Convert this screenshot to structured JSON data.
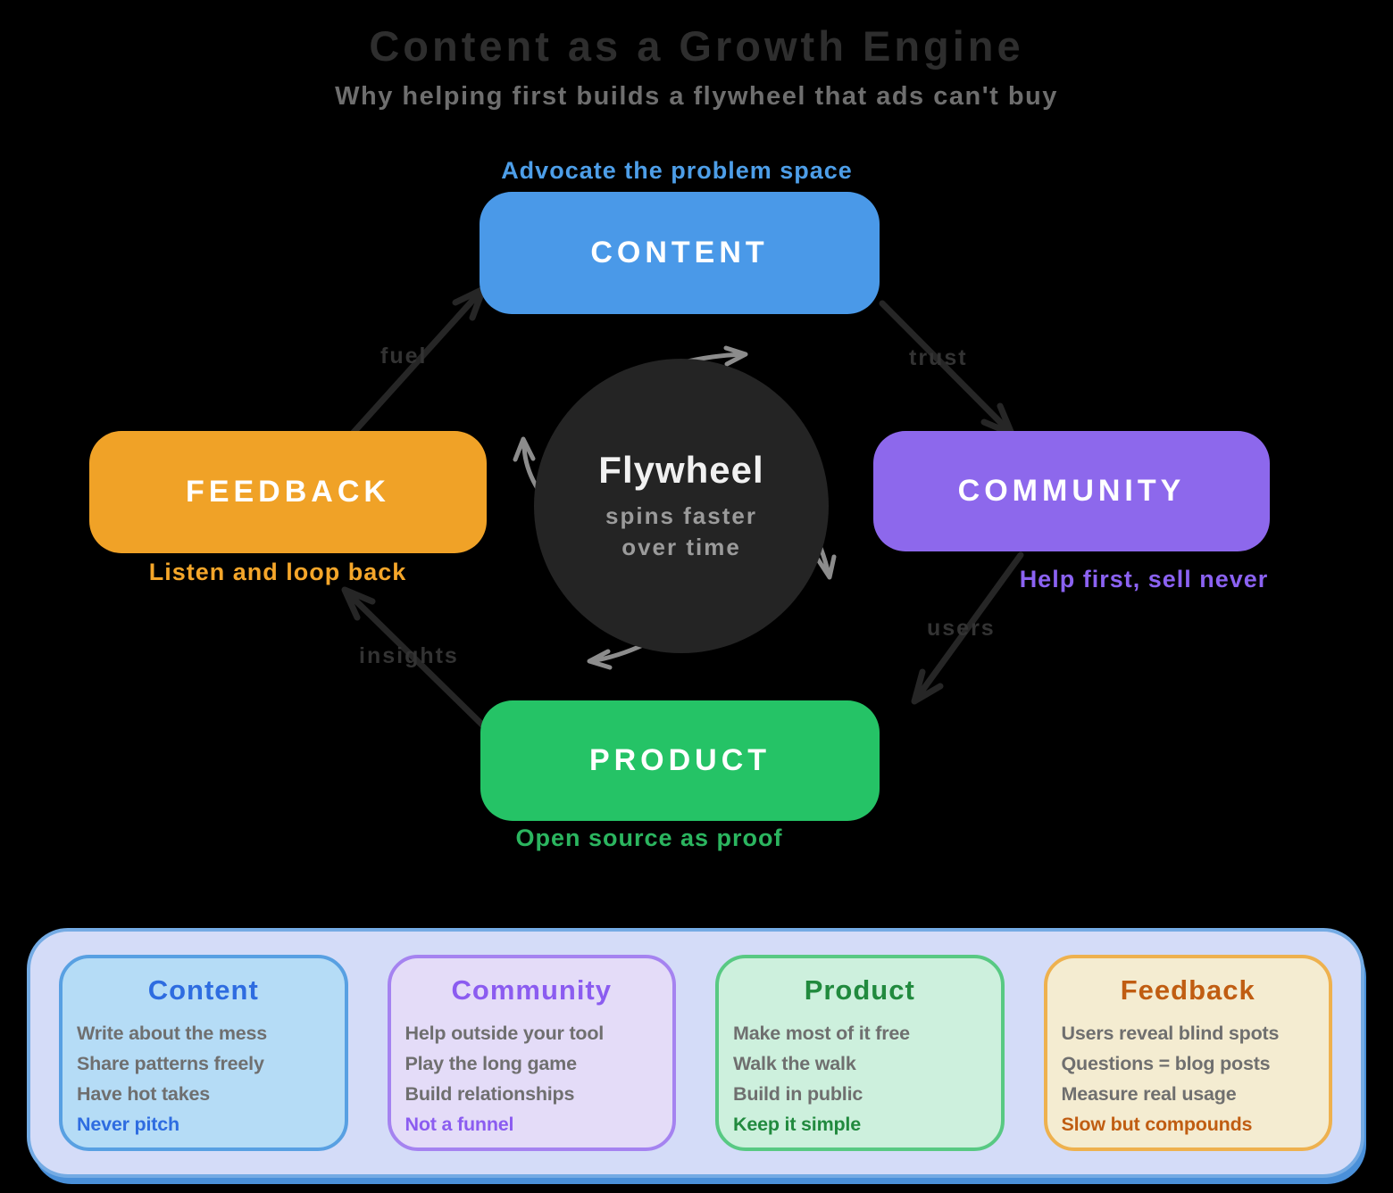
{
  "header": {
    "title": "Content as a Growth Engine",
    "subtitle": "Why helping first builds a flywheel that ads can't buy"
  },
  "hub": {
    "title": "Flywheel",
    "line1": "spins faster",
    "line2": "over time"
  },
  "nodes": {
    "content": {
      "label": "CONTENT",
      "caption": "Advocate the problem space",
      "fill": "#4a99e8",
      "caption_color": "#4d9ee8"
    },
    "community": {
      "label": "COMMUNITY",
      "caption": "Help first, sell never",
      "fill": "#8d68ec",
      "caption_color": "#8b62f2"
    },
    "product": {
      "label": "PRODUCT",
      "caption": "Open source as proof",
      "fill": "#25c366",
      "caption_color": "#2bb55f"
    },
    "feedback": {
      "label": "FEEDBACK",
      "caption": "Listen and loop back",
      "fill": "#f0a227",
      "caption_color": "#f5a62a"
    }
  },
  "edges": {
    "fuel": {
      "label": "fuel",
      "from": "feedback",
      "to": "content"
    },
    "trust": {
      "label": "trust",
      "from": "content",
      "to": "community"
    },
    "users": {
      "label": "users",
      "from": "community",
      "to": "product"
    },
    "insights": {
      "label": "insights",
      "from": "product",
      "to": "feedback"
    }
  },
  "legend": {
    "cards": [
      {
        "title": "Content",
        "items": [
          "Write about the mess",
          "Share patterns freely",
          "Have hot takes"
        ],
        "highlight": "Never pitch",
        "accent": "#2e6ce0",
        "bg": "#b5dcf6",
        "border": "#58a0e2"
      },
      {
        "title": "Community",
        "items": [
          "Help outside your tool",
          "Play the long game",
          "Build relationships"
        ],
        "highlight": "Not a funnel",
        "accent": "#8b5cf0",
        "bg": "#e4dcf8",
        "border": "#a583f0"
      },
      {
        "title": "Product",
        "items": [
          "Make most of it free",
          "Walk the walk",
          "Build in public"
        ],
        "highlight": "Keep it simple",
        "accent": "#218a3e",
        "bg": "#cdf0dd",
        "border": "#58c983"
      },
      {
        "title": "Feedback",
        "items": [
          "Users reveal blind spots",
          "Questions = blog posts",
          "Measure real usage"
        ],
        "highlight": "Slow but compounds",
        "accent": "#c05d12",
        "bg": "#f4ecd1",
        "border": "#eeb14e"
      }
    ]
  },
  "colors": {
    "background": "#000000",
    "title_text": "#2e2e2e",
    "subtitle_text": "#6e6e6e",
    "hub_circle": "#242424",
    "main_arrow": "#262626",
    "hub_arrow": "#8c8c8c",
    "edge_label": "#333333",
    "panel_bg": "#d4dcf8",
    "panel_border": "#74abe4"
  }
}
